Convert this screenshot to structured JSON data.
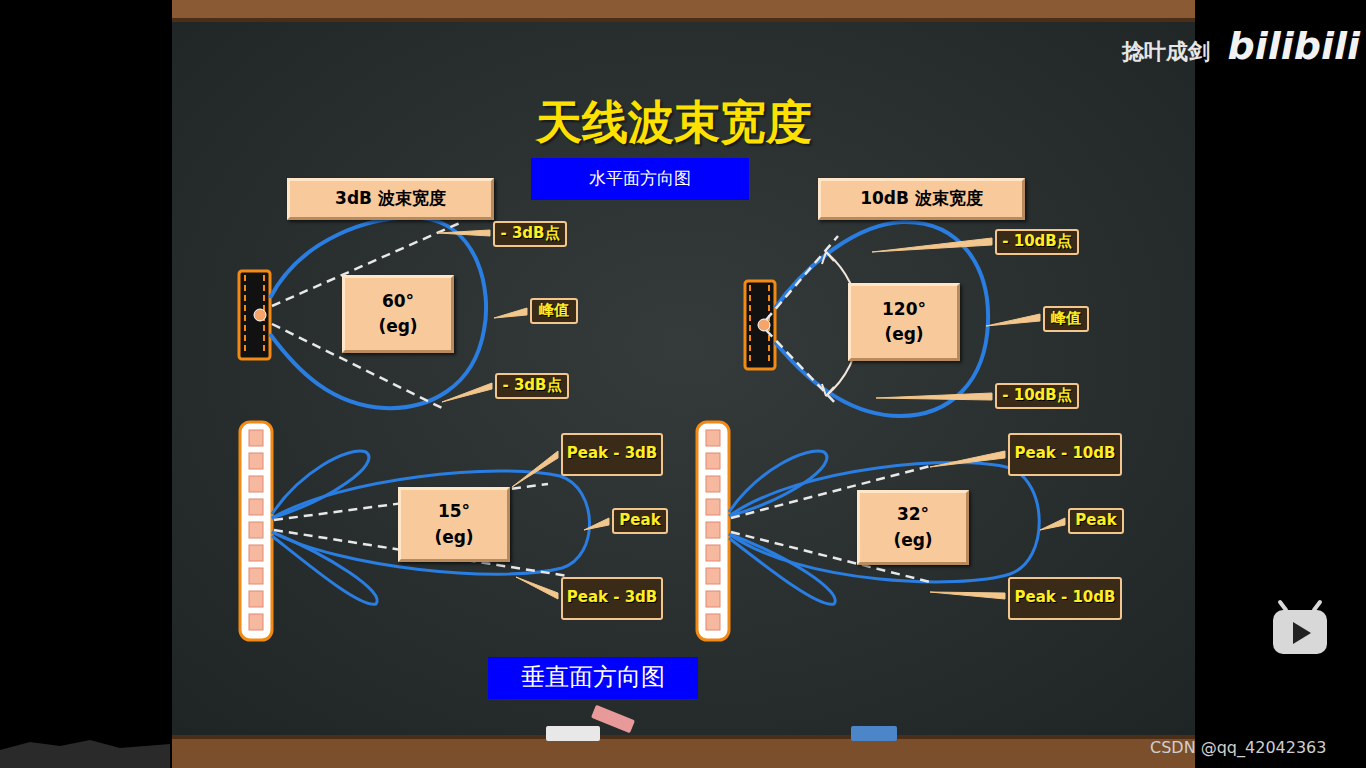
{
  "diagram": {
    "title": "天线波束宽度",
    "nodes": [
      {
        "text": [
          "3dB 波束宽度"
        ]
      },
      {
        "text": [
          "水平面方向图"
        ]
      },
      {
        "text": [
          "10dB 波束宽度"
        ]
      },
      {
        "text": [
          "- 3dB点"
        ]
      },
      {
        "text": [
          "- 10dB点"
        ]
      },
      {
        "text": [
          "60° (eg)"
        ]
      },
      {
        "text": [
          "120° (eg)"
        ]
      },
      {
        "text": [
          "峰值"
        ]
      },
      {
        "text": [
          "峰值"
        ]
      },
      {
        "text": [
          "- 3dB点"
        ]
      },
      {
        "text": [
          "- 10dB点"
        ]
      },
      {
        "text": [
          "Peak - 3dB"
        ]
      },
      {
        "text": [
          "Peak - 10dB"
        ]
      },
      {
        "text": [
          "15° (eg)"
        ]
      },
      {
        "text": [
          "Peak"
        ]
      },
      {
        "text": [
          "32° (eg)"
        ]
      },
      {
        "text": [
          "Peak"
        ]
      },
      {
        "text": [
          "Peak - 3dB"
        ]
      },
      {
        "text": [
          "Peak - 10dB"
        ]
      },
      {
        "text": [
          "垂直面方向图"
        ]
      }
    ],
    "labels": [
      "捻叶成剑",
      "bilibili",
      "CSDN @qq_42042363"
    ]
  }
}
